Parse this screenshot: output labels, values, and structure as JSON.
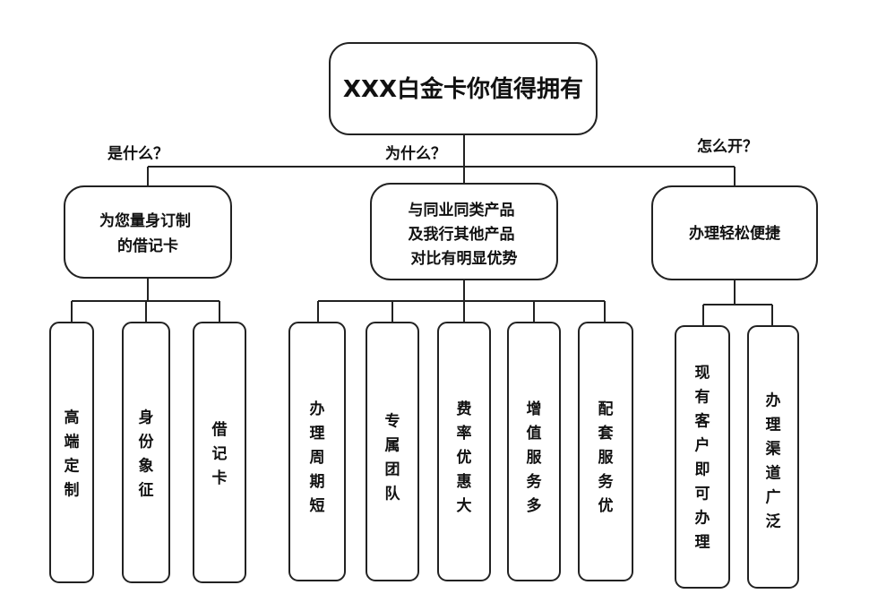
{
  "root": {
    "label": "XXX白金卡你值得拥有"
  },
  "branches": [
    {
      "question": "是什么？",
      "node": [
        "为您量身订制",
        "的借记卡"
      ],
      "leaves": [
        "高端定制",
        "身份象征",
        "借记卡"
      ]
    },
    {
      "question": "为什么？",
      "node": [
        "与同业同类产品",
        "及我行其他产品",
        "对比有明显优势"
      ],
      "leaves": [
        "办理周期短",
        "专属团队",
        "费率优惠大",
        "增值服务多",
        "配套服务优"
      ]
    },
    {
      "question": "怎么开？",
      "node": [
        "办理轻松便捷"
      ],
      "leaves": [
        "现有客户即可办理",
        "办理渠道广泛"
      ]
    }
  ]
}
